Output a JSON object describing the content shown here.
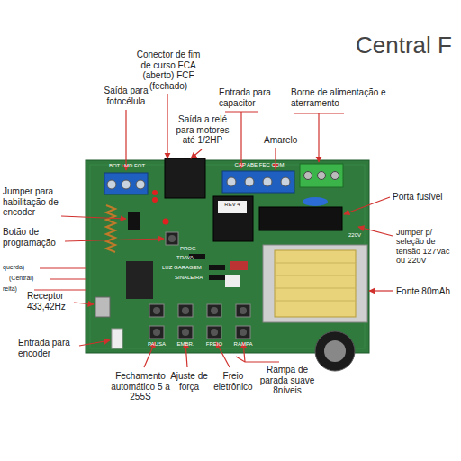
{
  "diagram": {
    "title": "Central F",
    "labels": [
      "Conector de fim de curso FCA (aberto) FCF (fechado)",
      "Saída para fotocélula",
      "Saída a relé para motores até 1/2HP",
      "Entrada para capacitor",
      "Borne de alimentação e aterramento",
      "Amarelo",
      "Jumper para habilitação de encoder",
      "Botão de programação",
      "querda)",
      "(Central)",
      "reita)",
      "Receptor 433,42Hz",
      "Entrada para encoder",
      "Porta fusível",
      "Jumper p/ seleção de tensão 127Vac ou 220V",
      "Fonte 80mAh",
      "Fechamento automático 5 a 255S",
      "Ajuste de força",
      "Freio eletrônico",
      "Rampa de parada suave 8níveis",
      "BOT LMD FOT",
      "CAP ABE FEC COM",
      "REV 4",
      "PROG",
      "TRAVA",
      "LUZ GARAGEM",
      "SINALEIRA",
      "PAUSA",
      "EMBR.",
      "FREIO",
      "RAMPA",
      "220V"
    ]
  }
}
